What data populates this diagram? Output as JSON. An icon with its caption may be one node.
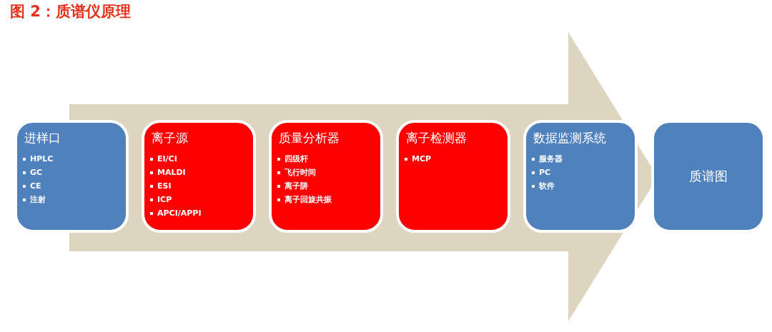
{
  "diagram": {
    "title": "图 2：质谱仪原理",
    "nodes": [
      {
        "text": [
          "进样口",
          "HPLC",
          "GC",
          "CE",
          "注射"
        ]
      },
      {
        "text": [
          "离子源",
          "EI/CI",
          "MALDI",
          "ESI",
          "ICP",
          "APCI/APPI"
        ]
      },
      {
        "text": [
          "质量分析器",
          "四级杆",
          "飞行时间",
          "离子阱",
          "离子回旋共振"
        ]
      },
      {
        "text": [
          "离子检测器",
          "MCP"
        ]
      },
      {
        "text": [
          "数据监测系统",
          "服务器",
          "PC",
          "软件"
        ]
      },
      {
        "text": [
          "质谱图"
        ]
      }
    ]
  }
}
